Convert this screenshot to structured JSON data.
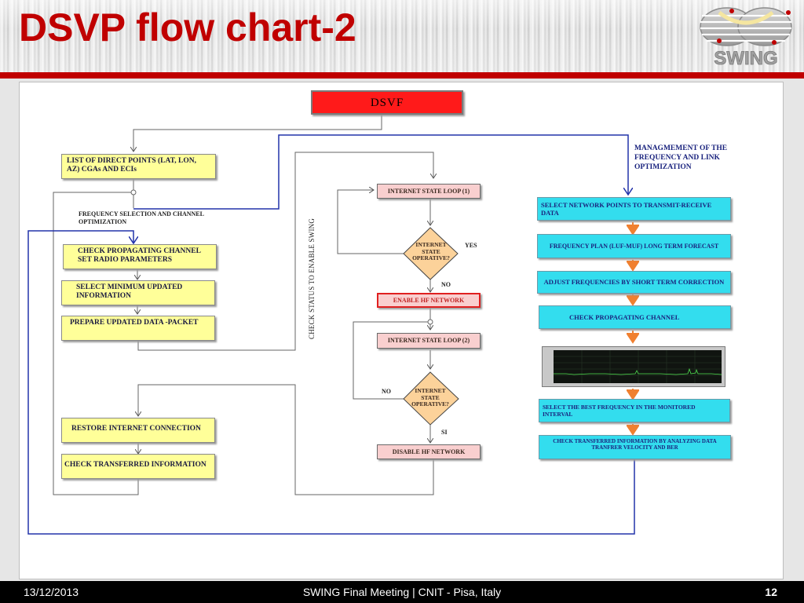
{
  "slide": {
    "title": "DSVP flow chart-2",
    "logo_text": "SWING",
    "footer": {
      "date": "13/12/2013",
      "center": "SWING Final Meeting | CNIT - Pisa, Italy",
      "page": "12"
    }
  },
  "colors": {
    "title": "#c00000",
    "accent_line": "#c00000",
    "yellow_box": "#ffff99",
    "cyan_box": "#33ddee",
    "pink_box": "#f9cfcf",
    "dsvf_box": "#ff1a1a",
    "blue_line": "#2233aa",
    "orange_arrow": "#f08030"
  },
  "diagram": {
    "dsvf": "DSVF",
    "left": {
      "list_points": "LIST OF DIRECT POINTS (LAT, LON, AZ) CGAs AND ECIs",
      "freq_selection": "FREQUENCY SELECTION AND CHANNEL OPTIMIZATION",
      "check_propagating": "CHECK PROPAGATING CHANNEL SET RADIO  PARAMETERS",
      "select_minimum": "SELECT MINIMUM  UPDATED INFORMATION",
      "prepare_packet": "PREPARE UPDATED  DATA -PACKET",
      "restore_internet": "RESTORE INTERNET CONNECTION",
      "check_transferred": "CHECK TRANSFERRED INFORMATION"
    },
    "check_status": "CHECK STATUS TO ENABLE SWING",
    "middle": {
      "loop1": "INTERNET STATE LOOP (1)",
      "decision1": "INTERNET STATE OPERATIVE?",
      "yes": "YES",
      "no1": "NO",
      "enable_hf": "ENABLE HF NETWORK",
      "loop2": "INTERNET STATE LOOP (2)",
      "decision2": "INTERNET STATE OPERATIVE?",
      "no2": "NO",
      "si": "SI",
      "disable_hf": "DISABLE HF NETWORK"
    },
    "right": {
      "management": "MANAGMEMENT OF THE FREQUENCY AND LINK OPTIMIZATION",
      "select_network": "SELECT NETWORK POINTS TO TRANSMIT-RECEIVE DATA",
      "frequency_plan": "FREQUENCY PLAN (LUF-MUF)  LONG  TERM FORECAST",
      "adjust_freq": "ADJUST FREQUENCIES BY SHORT TERM CORRECTION",
      "check_channel": "CHECK PROPAGATING  CHANNEL",
      "select_best": "SELECT THE BEST FREQUENCY IN THE   MONITORED INTERVAL",
      "check_info": "CHECK TRANSFERRED INFORMATION BY ANALYZING DATA TRANFRER VELOCITY AND  BER"
    }
  }
}
